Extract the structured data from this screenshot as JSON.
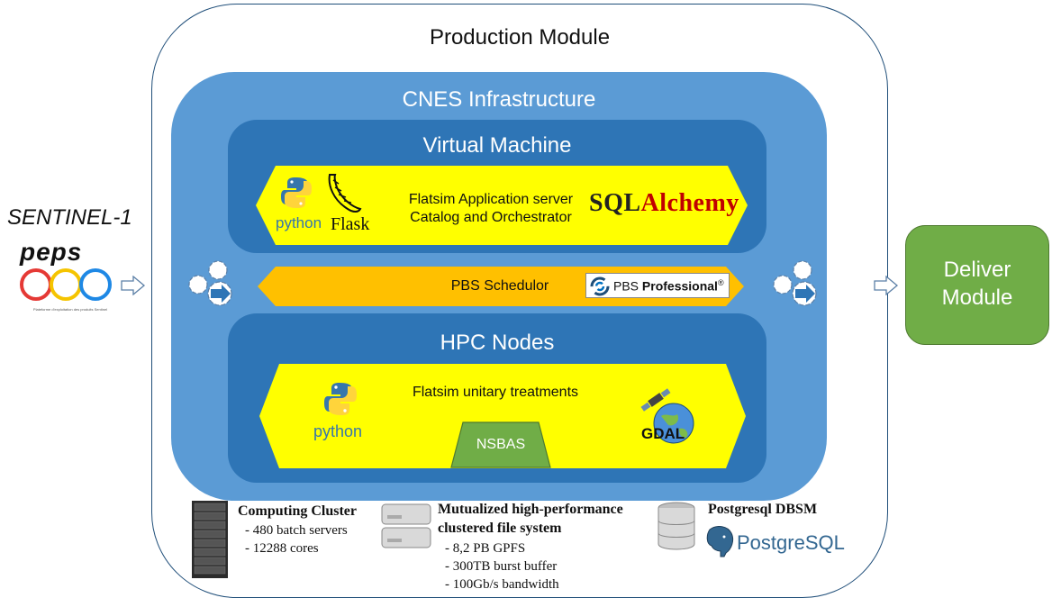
{
  "production": {
    "title": "Production Module"
  },
  "cnes": {
    "title": "CNES Infrastructure"
  },
  "vm": {
    "title": "Virtual Machine",
    "banner_line1": "Flatsim Application server",
    "banner_line2": "Catalog and Orchestrator",
    "python_label": "python",
    "flask_label": "Flask",
    "sqlalchemy_label_sql": "SQL",
    "sqlalchemy_label_alchemy": "Alchemy"
  },
  "pbs": {
    "label": "PBS Schedulor",
    "logo_text_plain": "PBS ",
    "logo_text_bold": "Professional",
    "logo_mark": "®"
  },
  "hpc": {
    "title": "HPC Nodes",
    "banner_text": "Flatsim unitary treatments",
    "python_label": "python",
    "nsbas_label": "NSBAS",
    "gdal_label": "GDAL"
  },
  "source": {
    "label": "SENTINEL-1",
    "peps_label": "peps",
    "peps_caption": "Plateforme d'exploitation des produits Sentinel"
  },
  "deliver": {
    "line1": "Deliver",
    "line2": "Module"
  },
  "resources": {
    "cluster": {
      "title": "Computing Cluster",
      "items": [
        "-  480 batch servers",
        "-  12288 cores"
      ]
    },
    "filesystem": {
      "title_line1": "Mutualized high-performance",
      "title_line2": "clustered file system",
      "items": [
        "-  8,2 PB GPFS",
        "-  300TB burst buffer",
        "-  100Gb/s bandwidth"
      ]
    },
    "postgres": {
      "title": "Postgresql DBSM",
      "logo_text": "PostgreSQL"
    }
  },
  "colors": {
    "cnes_blue": "#5b9bd5",
    "box_blue": "#2e75b6",
    "banner_yellow": "#ffff00",
    "pbs_orange": "#ffc000",
    "deliver_green": "#70ad47",
    "nsbas_green": "#70ad47"
  }
}
